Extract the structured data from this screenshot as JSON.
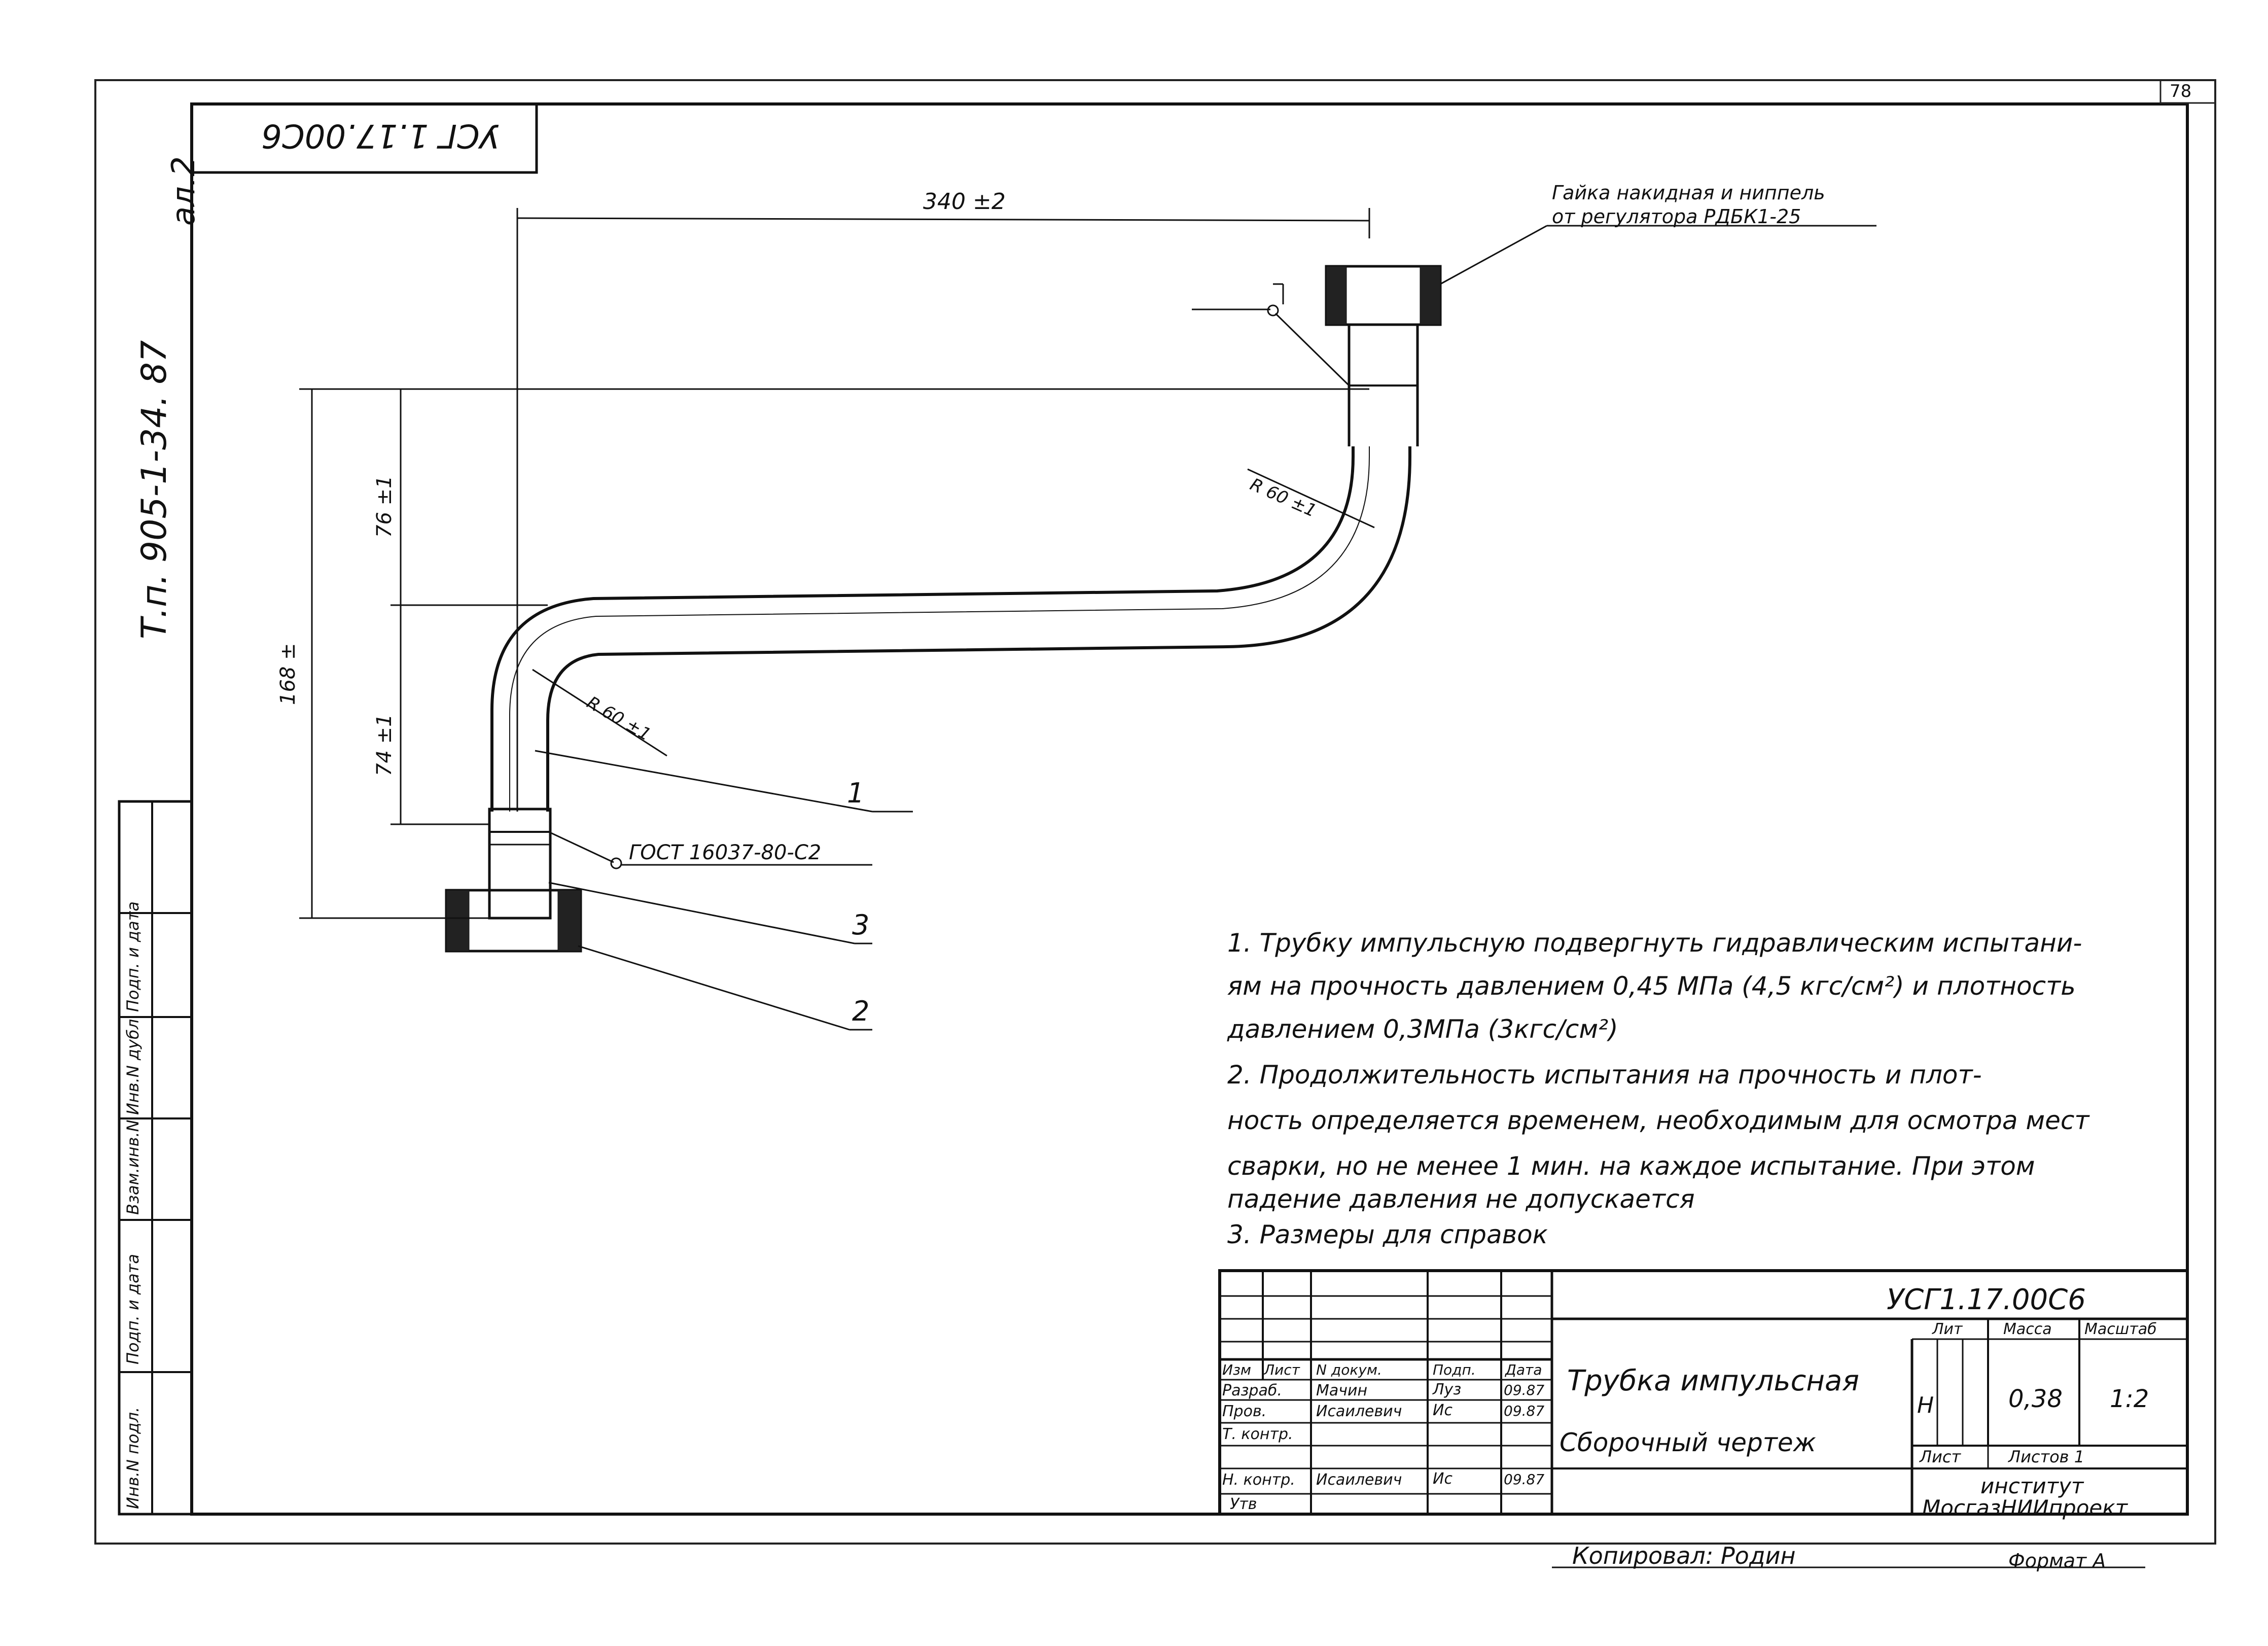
{
  "sheet": {
    "sheet_number": "78",
    "top_stamp": "УСГ 1.17.00С6",
    "project_code": "Т.п. 905-1-34. 87",
    "album": "ал.2",
    "format": "Формат А",
    "copied_by": "Копировал: Родин"
  },
  "side_stamp": {
    "columns": [
      "Инв.N подл.",
      "Подп. и дата",
      "Взам.инв.N",
      "Инв.N дубл.",
      "Подп. и дата"
    ]
  },
  "drawing": {
    "dim_length": "340 ±2",
    "dim_height_total": "168 ±",
    "dim_upper": "76 ±1",
    "dim_lower": "74 ±1",
    "radius_upper": "R 60 ±1",
    "radius_lower": "R 60 ±1",
    "callout_nut": "Гайка накидная и ниппель",
    "callout_nut_2": "от регулятора РДБК1-25",
    "callout_gost": "ГОСТ 16037-80-С2",
    "pos_1": "1",
    "pos_2": "2",
    "pos_3": "3"
  },
  "notes": [
    "1. Трубку импульсную подвергнуть гидравлическим испытани-",
    "ям на прочность давлением 0,45 МПа (4,5 кгс/см²) и плотность",
    "давлением 0,3МПа (3кгс/см²)",
    "2. Продолжительность испытания на прочность и плот-",
    "ность определяется временем, необходимым для осмотра мест",
    "сварки, но не менее 1 мин. на каждое испытание. При этом",
    "падение давления не допускается",
    "3. Размеры для справок"
  ],
  "title_block": {
    "designation": "УСГ1.17.00С6",
    "title_line1": "Трубка импульсная",
    "title_line2": "Сборочный чертеж",
    "hdr_izm": "Изм",
    "hdr_list": "Лист",
    "hdr_ndoc": "N докум.",
    "hdr_podp": "Подп.",
    "hdr_data": "Дата",
    "row_razrab": "Разраб.",
    "row_prov": "Пров.",
    "row_tkontr": "Т. контр.",
    "row_nkontr": "Н. контр.",
    "row_utv": "Утв",
    "name_razrab": "Мачин",
    "name_prov": "Исаилевич",
    "name_nkontr": "Исаилевич",
    "sign_razrab": "Луз",
    "sign_prov": "Ис",
    "sign_nkontr": "Ис",
    "date_razrab": "09.87",
    "date_prov": "09.87",
    "date_nkontr": "09.87",
    "lit_label": "Лит",
    "mass_label": "Масса",
    "scale_label": "Масштаб",
    "lit_value": "Н",
    "mass_value": "0,38",
    "scale_value": "1:2",
    "sheet_label": "Лист",
    "sheets_label": "Листов 1",
    "org_line1": "институт",
    "org_line2": "МосгазНИИпроект"
  }
}
